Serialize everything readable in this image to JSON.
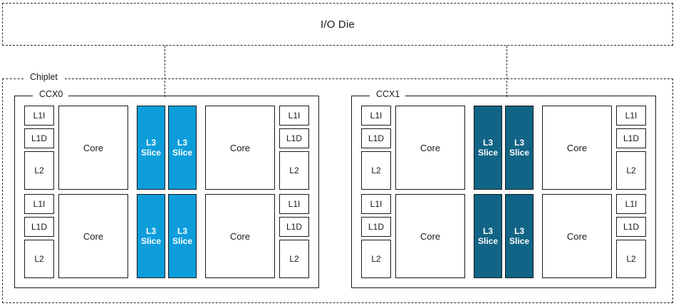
{
  "diagram": {
    "io_die": {
      "label": "I/O Die"
    },
    "chiplet": {
      "label": "Chiplet"
    },
    "connectors": [
      {
        "name": "io-die-to-ccx0"
      },
      {
        "name": "io-die-to-ccx1"
      }
    ],
    "cache_labels": {
      "l1i": "L1I",
      "l1d": "L1D",
      "l2": "L2"
    },
    "core_label": "Core",
    "l3_label_line1": "L3",
    "l3_label_line2": "Slice",
    "colors": {
      "ccx0_l3_fill": "#0d9ddb",
      "ccx1_l3_fill": "#116485",
      "stroke": "#1a1a1a",
      "background": "#ffffff",
      "l3_text": "#ffffff"
    },
    "ccx": [
      {
        "id": "ccx0",
        "label": "CCX0",
        "l3_fill": "#0d9ddb",
        "cores": 4,
        "l3_slices": 4,
        "quadrants": [
          {
            "name": "ccx0-core-top-left",
            "core": "Core",
            "cache_side": "left"
          },
          {
            "name": "ccx0-core-top-right",
            "core": "Core",
            "cache_side": "right"
          },
          {
            "name": "ccx0-core-bottom-left",
            "core": "Core",
            "cache_side": "left"
          },
          {
            "name": "ccx0-core-bottom-right",
            "core": "Core",
            "cache_side": "right"
          }
        ]
      },
      {
        "id": "ccx1",
        "label": "CCX1",
        "l3_fill": "#116485",
        "cores": 4,
        "l3_slices": 4,
        "quadrants": [
          {
            "name": "ccx1-core-top-left",
            "core": "Core",
            "cache_side": "left"
          },
          {
            "name": "ccx1-core-top-right",
            "core": "Core",
            "cache_side": "right"
          },
          {
            "name": "ccx1-core-bottom-left",
            "core": "Core",
            "cache_side": "left"
          },
          {
            "name": "ccx1-core-bottom-right",
            "core": "Core",
            "cache_side": "right"
          }
        ]
      }
    ]
  }
}
